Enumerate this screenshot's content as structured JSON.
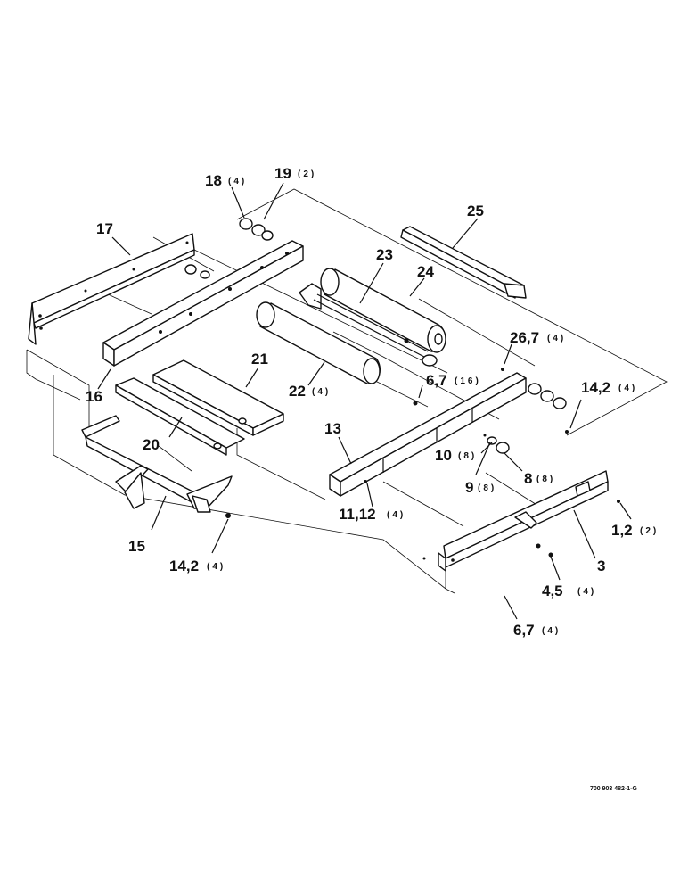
{
  "labels": [
    {
      "id": "17",
      "num": "17",
      "qty": ""
    },
    {
      "id": "18",
      "num": "18",
      "qty": "(4)"
    },
    {
      "id": "19",
      "num": "19",
      "qty": "(2)"
    },
    {
      "id": "25",
      "num": "25",
      "qty": ""
    },
    {
      "id": "23",
      "num": "23",
      "qty": ""
    },
    {
      "id": "24",
      "num": "24",
      "qty": ""
    },
    {
      "id": "21",
      "num": "21",
      "qty": ""
    },
    {
      "id": "22",
      "num": "22",
      "qty": "(4)"
    },
    {
      "id": "26_7",
      "num": "26,7",
      "qty": "(4)"
    },
    {
      "id": "6_7a",
      "num": "6,7",
      "qty": "(16)"
    },
    {
      "id": "14_2a",
      "num": "14,2",
      "qty": "(4)"
    },
    {
      "id": "16",
      "num": "16",
      "qty": ""
    },
    {
      "id": "13",
      "num": "13",
      "qty": ""
    },
    {
      "id": "20",
      "num": "20",
      "qty": ""
    },
    {
      "id": "10",
      "num": "10",
      "qty": "(8)"
    },
    {
      "id": "9",
      "num": "9",
      "qty": "(8)"
    },
    {
      "id": "8",
      "num": "8",
      "qty": "(8)"
    },
    {
      "id": "11_12",
      "num": "11,12",
      "qty": "(4)"
    },
    {
      "id": "1_2",
      "num": "1,2",
      "qty": "(2)"
    },
    {
      "id": "15",
      "num": "15",
      "qty": ""
    },
    {
      "id": "3",
      "num": "3",
      "qty": ""
    },
    {
      "id": "14_2b",
      "num": "14,2",
      "qty": "(4)"
    },
    {
      "id": "4_5",
      "num": "4,5",
      "qty": "(4)"
    },
    {
      "id": "6_7b",
      "num": "6,7",
      "qty": "(4)"
    }
  ],
  "reference": "700 903 482-1-G"
}
